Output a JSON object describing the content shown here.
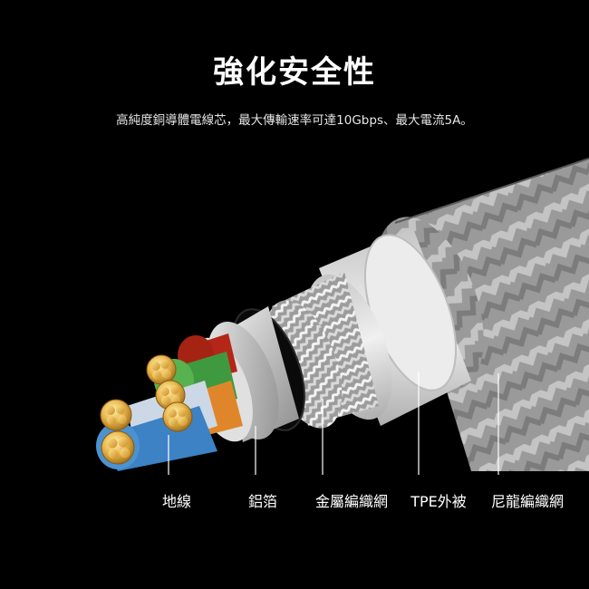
{
  "title": "強化安全性",
  "subtitle": "高純度銅導體電線芯，最大傳輸速率可達10Gbps、最大電流5A。",
  "labels": {
    "ground_wire": "地線",
    "aluminum_foil": "鋁箔",
    "metal_braid": "金屬編織網",
    "tpe_jacket": "TPE外被",
    "nylon_braid": "尼龍編織網"
  }
}
